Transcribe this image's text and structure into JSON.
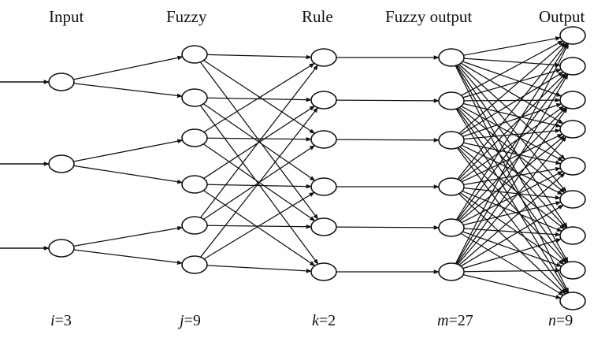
{
  "layers": [
    {
      "title": "Input",
      "count_var": "i",
      "count_val": "=3"
    },
    {
      "title": "Fuzzy",
      "count_var": "j",
      "count_val": "=9"
    },
    {
      "title": "Rule",
      "count_var": "k",
      "count_val": "=2"
    },
    {
      "title": "Fuzzy output",
      "count_var": "m",
      "count_val": "=27"
    },
    {
      "title": "Output",
      "count_var": "n",
      "count_val": "=9"
    }
  ],
  "colors": {
    "stroke": "#111111",
    "background": "#ffffff"
  }
}
